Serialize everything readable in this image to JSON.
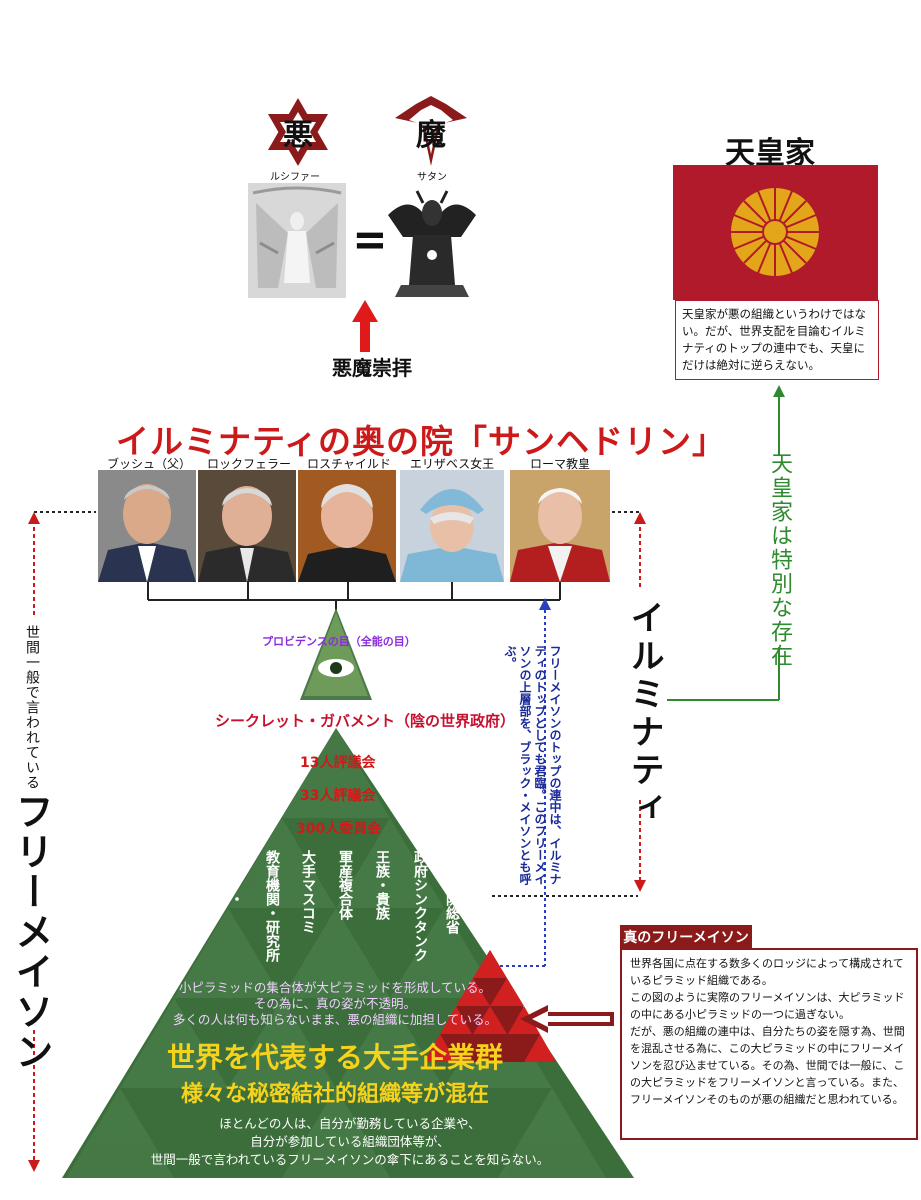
{
  "top": {
    "star_left_char": "悪",
    "star_right_char": "魔",
    "lucifer_label": "ルシファー",
    "satan_label": "サタン",
    "equals": "=",
    "worship_label": "悪魔崇拝"
  },
  "imperial": {
    "title": "天皇家",
    "note": "天皇家が悪の組織というわけではない。だが、世界支配を目論むイルミナティのトップの連中でも、天皇にだけは絶対に逆らえない。",
    "vertical_label": "天皇家は特別な存在",
    "colors": {
      "flag_red": "#b01a2a",
      "chrysanthemum": "#e3a51a",
      "green": "#2f8a2f"
    }
  },
  "sanhedrin": {
    "title": "イルミナティの奥の院「サンヘドリン」",
    "members": [
      {
        "name": "ブッシュ（父）",
        "icon": "portrait-bush-icon"
      },
      {
        "name": "ロックフェラー",
        "icon": "portrait-rockefeller-icon"
      },
      {
        "name": "ロスチャイルド",
        "icon": "portrait-rothschild-icon"
      },
      {
        "name": "エリザベス女王",
        "icon": "portrait-elizabeth-icon"
      },
      {
        "name": "ローマ教皇",
        "icon": "portrait-pope-icon"
      }
    ]
  },
  "illuminati_label": "イルミナティ",
  "blue_note": "フリーメイソンのトップの連中は、イルミナティのトップとしても君臨。このフリーメイソンの上層部を、ブラック・メイソンとも呼ぶ。",
  "left": {
    "small_vertical": "世間一般で言われている",
    "big_vertical": "フリーメイソン"
  },
  "pyramid": {
    "eye_label": "プロビデンスの目（全能の目）",
    "secret_gov": "シークレット・ガバメント（陰の世界政府）",
    "council_13": "13人評議会",
    "council_33": "33人評議会",
    "committee_300": "300人委員会",
    "columns": [
      "米国国防総省",
      "政府シンクタンク",
      "王族・貴族",
      "軍産複合体",
      "大手マスコミ",
      "教育機関・研究所",
      "など・・"
    ],
    "purple_text": [
      "小ピラミッドの集合体が大ピラミッドを形成している。",
      "その為に、真の姿が不透明。",
      "多くの人は何も知らないまま、悪の組織に加担している。"
    ],
    "big_yellow_1": "世界を代表する大手企業群",
    "big_yellow_2": "様々な秘密結社的組織等が混在",
    "bottom_text": [
      "ほとんどの人は、自分が勤務している企業や、",
      "自分が参加している組織団体等が、",
      "世間一般で言われているフリーメイソンの傘下にあることを知らない。"
    ],
    "colors": {
      "green": "#3c6e3c",
      "dark_green": "#2c552c",
      "red": "#c8102e",
      "purple": "#8a2be2",
      "yellow": "#f5d21c"
    }
  },
  "true_mason": {
    "title": "真のフリーメイソン",
    "lines": [
      "世界各国に点在する数多くのロッジによって構成されているピラミッド組織である。",
      "この図のように実際のフリーメイソンは、大ピラミッドの中にある小ピラミッドの一つに過ぎない。",
      "だが、悪の組織の連中は、自分たちの姿を隠す為、世間を混乱させる為に、この大ピラミッドの中にフリーメイソンを忍び込ませている。その為、世間では一般に、この大ピラミッドをフリーメイソンと言っている。また、フリーメイソンそのものが悪の組織だと思われている。"
    ],
    "colors": {
      "header_bg": "#8b1a1a"
    }
  }
}
